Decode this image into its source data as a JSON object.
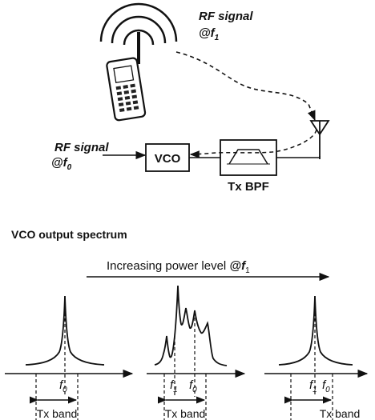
{
  "top_diagram": {
    "rf_signal_f1": {
      "line1": "RF signal",
      "line2_prefix": "@",
      "symbol": "f",
      "sub": "1"
    },
    "rf_signal_f0": {
      "line1": "RF signal",
      "line2_prefix": "@",
      "symbol": "f",
      "sub": "0"
    },
    "vco_block": "VCO",
    "bpf_label": "Tx BPF"
  },
  "spectrum_section": {
    "title": "VCO output spectrum",
    "arrow_label_prefix": "Increasing power level ",
    "arrow_label_at": "@",
    "arrow_label_symbol": "f",
    "arrow_label_sub": "1",
    "band_label": "Tx band",
    "panels": [
      {
        "markers": [
          {
            "symbol": "f",
            "sub": "0"
          }
        ]
      },
      {
        "markers": [
          {
            "symbol": "f",
            "sub": "1"
          },
          {
            "symbol": "f",
            "sub": "0"
          }
        ]
      },
      {
        "markers": [
          {
            "symbol": "f",
            "sub": "1"
          },
          {
            "symbol": "f",
            "sub": "0"
          }
        ]
      }
    ]
  }
}
